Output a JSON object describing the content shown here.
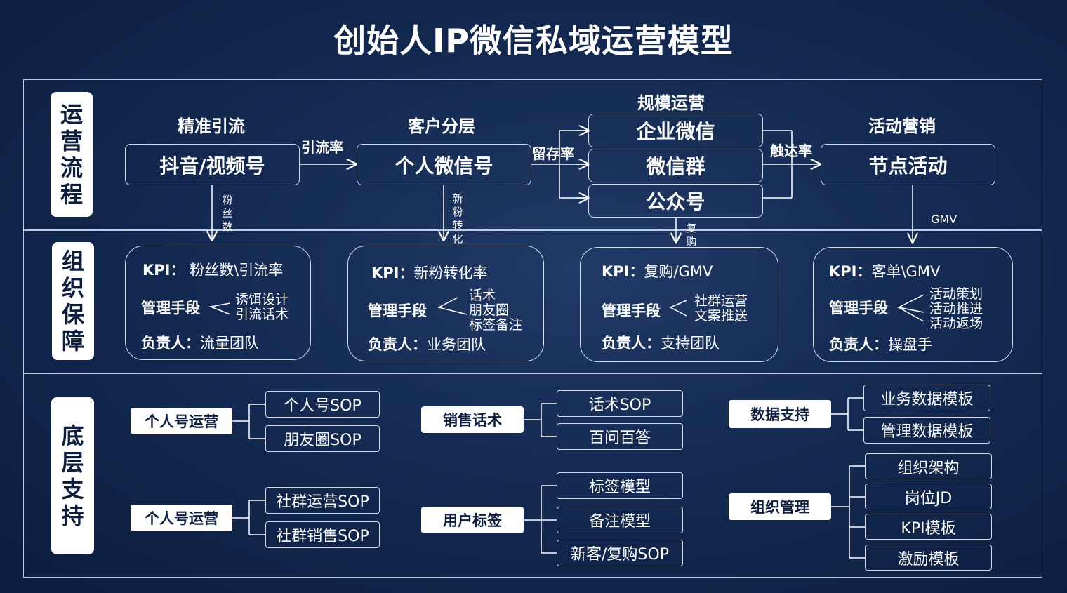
{
  "title": "创始人IP微信私域运营模型",
  "sections": {
    "process": "运营流程",
    "org": "组织保障",
    "support": "底层支持"
  },
  "flow": {
    "col1": {
      "header": "精准引流",
      "box": "抖音/视频号",
      "down": "粉丝数"
    },
    "col2": {
      "header": "客户分层",
      "box": "个人微信号",
      "down": "新粉转化"
    },
    "col3": {
      "header": "规模运营",
      "boxes": [
        "企业微信",
        "微信群",
        "公众号"
      ],
      "down": "复购"
    },
    "col4": {
      "header": "活动营销",
      "box": "节点活动",
      "down": "GMV"
    },
    "edge1": "引流率",
    "edge2": "留存率",
    "edge3": "触达率"
  },
  "kpi": [
    {
      "kpi_label": "KPI：",
      "kpi": "粉丝数\\引流率",
      "means_label": "管理手段",
      "means": [
        "诱饵设计",
        "引流话术"
      ],
      "owner_label": "负责人：",
      "owner": "流量团队"
    },
    {
      "kpi_label": "KPI：",
      "kpi": "新粉转化率",
      "means_label": "管理手段",
      "means": [
        "话术",
        "朋友圈",
        "标签备注"
      ],
      "owner_label": "负责人：",
      "owner": "业务团队"
    },
    {
      "kpi_label": "KPI：",
      "kpi": "复购/GMV",
      "means_label": "管理手段",
      "means": [
        "社群运营",
        "文案推送"
      ],
      "owner_label": "负责人：",
      "owner": "支持团队"
    },
    {
      "kpi_label": "KPI：",
      "kpi": "客单\\GMV",
      "means_label": "管理手段",
      "means": [
        "活动策划",
        "活动推进",
        "活动返场"
      ],
      "owner_label": "负责人：",
      "owner": "操盘手"
    }
  ],
  "support": {
    "g1": {
      "label": "个人号运营",
      "items": [
        "个人号SOP",
        "朋友圈SOP"
      ]
    },
    "g2": {
      "label": "个人号运营",
      "items": [
        "社群运营SOP",
        "社群销售SOP"
      ]
    },
    "g3": {
      "label": "销售话术",
      "items": [
        "话术SOP",
        "百问百答"
      ]
    },
    "g4": {
      "label": "用户标签",
      "items": [
        "标签模型",
        "备注模型",
        "新客/复购SOP"
      ]
    },
    "g5": {
      "label": "数据支持",
      "items": [
        "业务数据模板",
        "管理数据模板"
      ]
    },
    "g6": {
      "label": "组织管理",
      "items": [
        "组织架构",
        "岗位JD",
        "KPI模板",
        "激励模板"
      ]
    }
  }
}
